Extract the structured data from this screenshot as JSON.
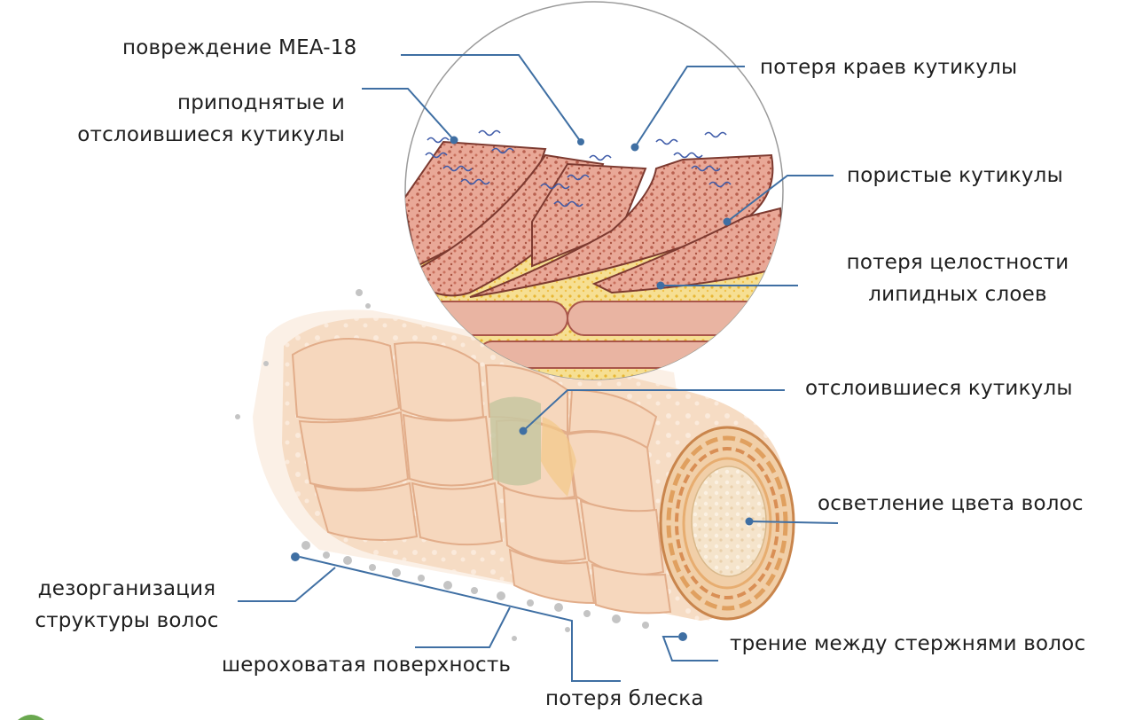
{
  "labels": {
    "mea18_damage": "повреждение MEA-18",
    "lifted_line1": "приподнятые и",
    "lifted_line2": "отслоившиеся кутикулы",
    "cuticle_edge_loss": "потеря краев кутикулы",
    "porous_cuticles": "пористые кутикулы",
    "lipid_loss_line1": "потеря целостности",
    "lipid_loss_line2": "липидных слоев",
    "detached_cuticles": "отслоившиеся кутикулы",
    "color_lightening": "осветление цвета волос",
    "disorganization_line1": "дезорганизация",
    "disorganization_line2": "структуры волос",
    "friction": "трение между стержнями волос",
    "rough_surface": "шероховатая поверхность",
    "shine_loss": "потеря блеска"
  },
  "colors": {
    "leader_line": "#3f6fa3",
    "leader_dot": "#3f6fa3",
    "cuticle_pink": "#e5a08f",
    "cuticle_dots": "#b8604f",
    "lipid_yellow": "#f2cf6a",
    "hair_shaft": "#f4d2b6",
    "hair_scale_edge": "#e9b99a",
    "medulla": "#f6e6cf",
    "cortex_ring": "#d98f55",
    "particles": "#bfbfbf"
  }
}
